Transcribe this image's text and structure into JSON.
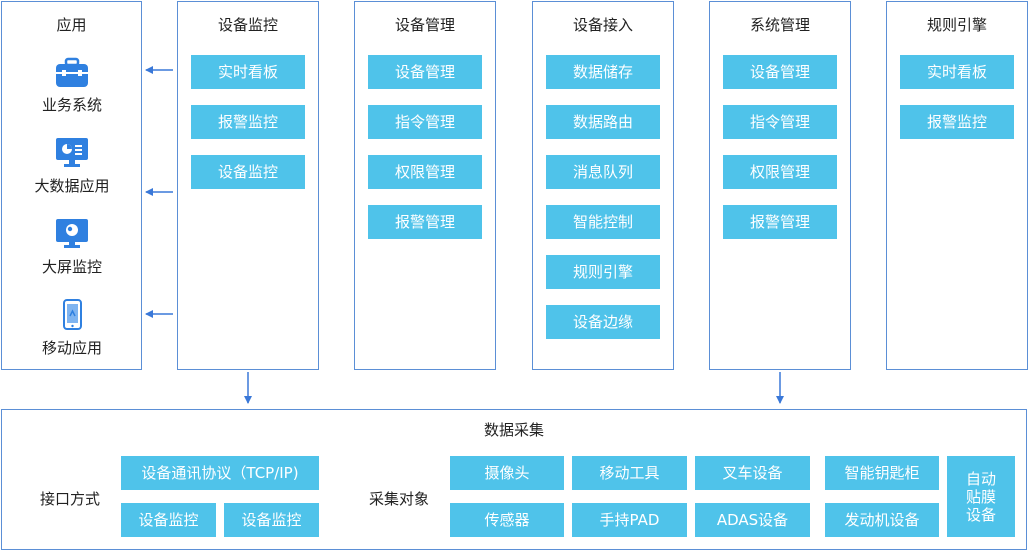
{
  "apps": {
    "title": "应用",
    "items": [
      {
        "label": "业务系统",
        "icon": "toolbox-icon"
      },
      {
        "label": "大数据应用",
        "icon": "chart-monitor-icon"
      },
      {
        "label": "大屏监控",
        "icon": "screen-monitor-icon"
      },
      {
        "label": "移动应用",
        "icon": "mobile-phone-icon"
      }
    ]
  },
  "columns": [
    {
      "title": "设备监控",
      "items": [
        "实时看板",
        "报警监控",
        "设备监控"
      ]
    },
    {
      "title": "设备管理",
      "items": [
        "设备管理",
        "指令管理",
        "权限管理",
        "报警管理"
      ]
    },
    {
      "title": "设备接入",
      "items": [
        "数据储存",
        "数据路由",
        "消息队列",
        "智能控制",
        "规则引擎",
        "设备边缘"
      ]
    },
    {
      "title": "系统管理",
      "items": [
        "设备管理",
        "指令管理",
        "权限管理",
        "报警管理"
      ]
    },
    {
      "title": "规则引擎",
      "items": [
        "实时看板",
        "报警监控"
      ]
    }
  ],
  "collection": {
    "title": "数据采集",
    "interface_label": "接口方式",
    "interface_items": [
      "设备通讯协议（TCP/IP)",
      "设备监控",
      "设备监控"
    ],
    "object_label": "采集对象",
    "object_items": [
      "摄像头",
      "移动工具",
      "叉车设备",
      "智能钥匙柜",
      "传感器",
      "手持PAD",
      "ADAS设备",
      "发动机设备",
      "自动贴膜设备"
    ],
    "object_tall_item": [
      "自动",
      "贴膜",
      "设备"
    ]
  },
  "colors": {
    "border": "#5b8fd6",
    "chip": "#4fc3ea",
    "arrow": "#3a78d8",
    "icon": "#2f80e0"
  }
}
